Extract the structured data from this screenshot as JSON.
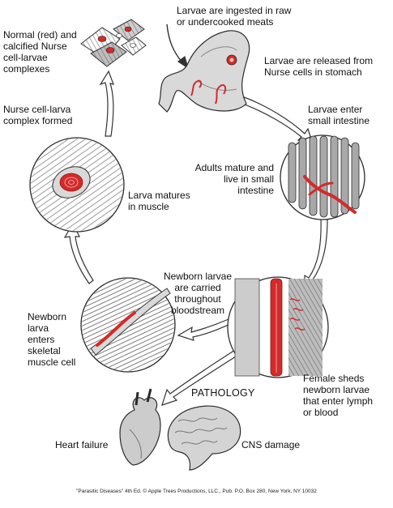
{
  "labels": {
    "ingested": "Larvae are ingested in raw\nor undercooked meats",
    "released": "Larvae are released from\nNurse cells in stomach",
    "enter_intestine": "Larvae enter\nsmall intestine",
    "adults": "Adults mature and\nlive in small\nintestine",
    "female": "Female sheds\nnewborn larvae\nthat enter lymph\nor blood",
    "carried": "Newborn larvae\nare carried\nthroughout\nbloodstream",
    "enters_muscle": "Newborn\nlarva\nenters\nskeletal\nmuscle cell",
    "matures": "Larva matures\nin muscle",
    "complex_formed": "Nurse cell-larva\ncomplex formed",
    "calcified": "Normal (red) and\ncalcified Nurse\ncell-larvae\ncomplexes",
    "pathology": "PATHOLOGY",
    "heart_failure": "Heart failure",
    "cns_damage": "CNS damage"
  },
  "footer": "\"Parasitic Diseases\" 4th Ed. © Apple Trees Productions, LLC., Pub. P.O. Box 280, New York, NY 10032",
  "colors": {
    "larva_red": "#d42a2a",
    "tissue_gray": "#8f8f8f",
    "line_dark": "#2b2b2b",
    "arrow_fill": "#ffffff"
  }
}
